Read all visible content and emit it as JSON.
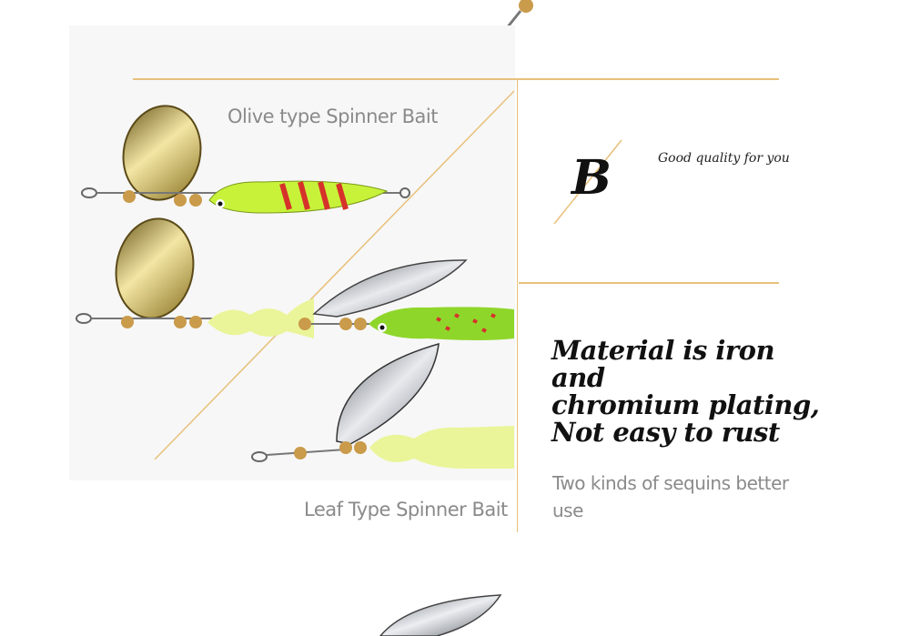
{
  "labels": {
    "olive": "Olive type Spinner Bait",
    "leaf": "Leaf Type Spinner Bait"
  },
  "badge": {
    "letter": "B",
    "slogan": "Good quality for you"
  },
  "headline": {
    "line1": "Material is iron and",
    "line2": "chromium plating,",
    "line3": "Not easy to rust"
  },
  "description": "Two kinds of sequins better use",
  "colors": {
    "accent_line": "#e8c07a",
    "gold_blade": "#c9a227",
    "silver_blade": "#b8bcc2",
    "lure_green": "#c8f23a",
    "lure_glow": "#eaf59a",
    "stripe_red": "#d6322a",
    "bead_gold": "#c99b4a"
  }
}
